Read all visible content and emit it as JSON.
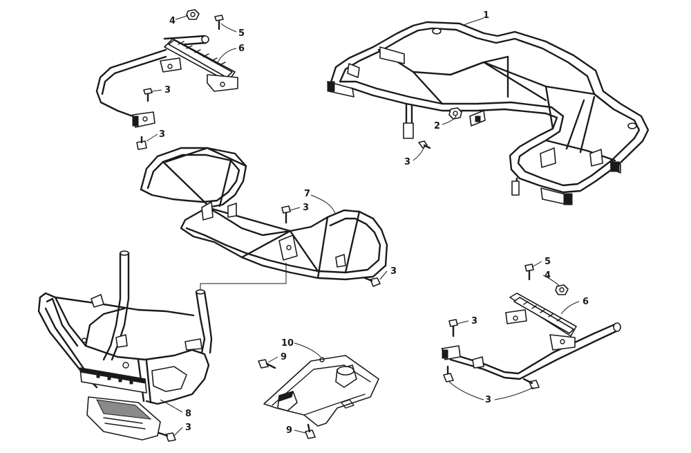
{
  "callouts": {
    "c1": "1",
    "c2": "2",
    "c3_rear_mount": "3",
    "c4_left": "4",
    "c5_left": "5",
    "c6_left": "6",
    "c3_left_upper": "3",
    "c3_left_lower": "3",
    "c7": "7",
    "c3_front_rack_top": "3",
    "c3_front_rack_right": "3",
    "c8": "8",
    "c3_bumper": "3",
    "c10": "10",
    "c9_upper": "9",
    "c9_lower": "9",
    "c5_right": "5",
    "c4_right": "4",
    "c6_right": "6",
    "c3_right_upper": "3",
    "c3_right_lower": "3"
  }
}
